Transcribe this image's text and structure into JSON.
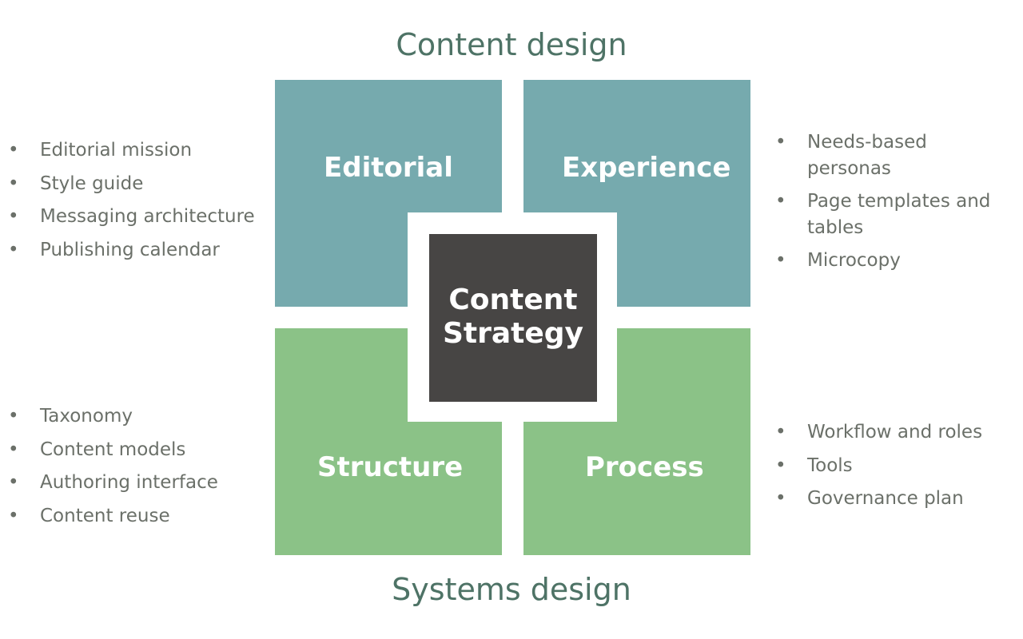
{
  "headings": {
    "top": "Content design",
    "bottom": "Systems design"
  },
  "quadrants": {
    "editorial": "Editorial",
    "experience": "Experience",
    "structure": "Structure",
    "process": "Process"
  },
  "center": {
    "line1": "Content",
    "line2": "Strategy"
  },
  "lists": {
    "editorial": [
      "Editorial mission",
      "Style guide",
      "Messaging architecture",
      "Publishing calendar"
    ],
    "experience": [
      "Needs-based personas",
      "Page templates and tables",
      "Microcopy"
    ],
    "structure": [
      "Taxonomy",
      "Content models",
      "Authoring interface",
      "Content reuse"
    ],
    "process": [
      "Workflow and roles",
      "Tools",
      "Governance plan"
    ]
  },
  "colors": {
    "heading": "#4e7366",
    "blue_quadrant": "#76aaae",
    "green_quadrant": "#8bc287",
    "center_box": "#474544",
    "bullet_text": "#6b7069"
  }
}
